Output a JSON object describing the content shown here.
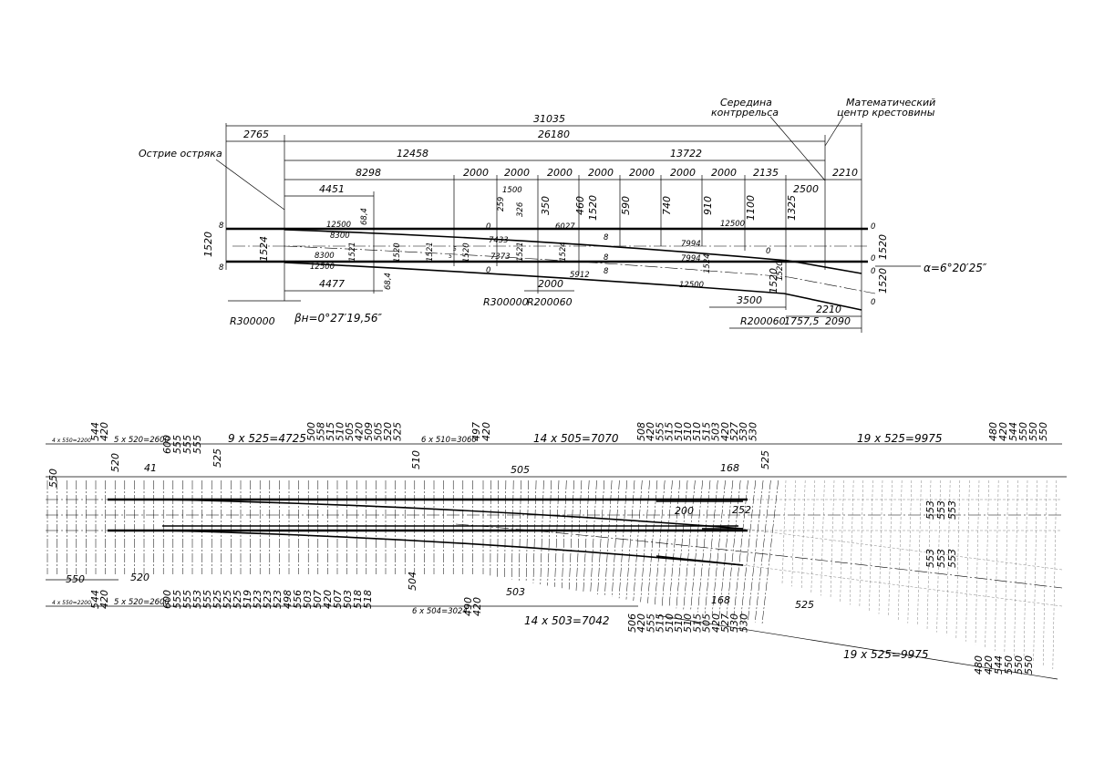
{
  "top": {
    "labels": {
      "point_tip": "Острие остряка",
      "guardrail_middle_1": "Середина",
      "guardrail_middle_2": "контррельса",
      "math_center_1": "Математический",
      "math_center_2": "центр крестовины",
      "alpha": "α=6°20′25″",
      "beta": "βн=0°27′19,56″",
      "r300000_left": "R300000",
      "r300000_mid": "R300000",
      "r200060_mid": "R200060",
      "r200060_right": "R200060"
    },
    "dims": {
      "d31035": "31035",
      "d2765": "2765",
      "d26180": "26180",
      "d12458": "12458",
      "d13722": "13722",
      "d8298": "8298",
      "d2000a": "2000",
      "d2000b": "2000",
      "d2000c": "2000",
      "d2000d": "2000",
      "d2000e": "2000",
      "d2000f": "2000",
      "d2000g": "2000",
      "d2135": "2135",
      "d2210a": "2210",
      "d4451": "4451",
      "d1500": "1500",
      "d2500": "2500",
      "d4477": "4477",
      "d2000h": "2000",
      "d3500": "3500",
      "d2210b": "2210",
      "d1757": "1757,5",
      "d2090": "2090",
      "v68_4a": "68,4",
      "v68_4b": "68,4",
      "v259": "259",
      "v326": "326",
      "v350": "350",
      "v460": "460",
      "v1520a": "1520",
      "v590": "590",
      "v740": "740",
      "v910": "910",
      "v1100": "1100",
      "v1325": "1325",
      "g1520_l": "1520",
      "g1524_l": "1524",
      "g1521_a": "1521",
      "g1520_b": "1520",
      "g1521_c": "1521",
      "g1520_d": "1520",
      "g1521_e": "1521",
      "g1524_f": "1524",
      "g1524_g": "1524",
      "g1520_h": "1520",
      "g1520_r1": "1520",
      "g1520_r2": "1520",
      "g1520_r3": "1520",
      "c12500a": "12500",
      "c8300a": "8300",
      "c8300b": "8300",
      "c12500b": "12500",
      "c7433": "7433",
      "c6027": "6027",
      "c7373": "7373",
      "c5912": "5912",
      "c7994a": "7994",
      "c7994b": "7994",
      "c12500c": "12500",
      "c12500d": "12500",
      "m8a": "8",
      "m8b": "8",
      "m0a": "0",
      "m0b": "0",
      "m0c": "0",
      "m0d": "0",
      "m0e": "0",
      "m5a": "5",
      "m5b": "5",
      "m8c": "8",
      "m8d": "8",
      "m8e": "8",
      "m0f": "0",
      "m0g": "0"
    }
  },
  "bottom": {
    "top_groups": {
      "g1": "4 x 550=2200",
      "g2": "5 x 520=2600",
      "g3": "9 x 525=4725",
      "g4": "6 x 510=3060",
      "g5": "14 x 505=7070",
      "g6": "19 x 525=9975"
    },
    "bottom_groups": {
      "g1": "4 x 550=2200",
      "g2": "5 x 520=2600",
      "g3": "6 x 504=3024",
      "g4": "14 x 503=7042",
      "g5": "19 x 525=9975"
    },
    "top_spacings_a": [
      "544",
      "420"
    ],
    "top_spacings_b": [
      "600",
      "555",
      "555",
      "555"
    ],
    "top_spacings_c": [
      "500",
      "558",
      "515",
      "510",
      "505",
      "420",
      "509",
      "505",
      "520",
      "525"
    ],
    "top_spacings_d": [
      "497",
      "420"
    ],
    "top_spacings_e": [
      "508",
      "420",
      "555",
      "515",
      "510",
      "510",
      "510",
      "515",
      "503",
      "420",
      "527",
      "530",
      "530"
    ],
    "top_spacings_f": [
      "480",
      "420",
      "544",
      "550",
      "550",
      "550"
    ],
    "bottom_spacings_a": [
      "544",
      "420"
    ],
    "bottom_spacings_b": [
      "600",
      "555",
      "555",
      "553",
      "555",
      "525",
      "525",
      "525",
      "519",
      "523",
      "523",
      "523",
      "498",
      "556",
      "503",
      "507",
      "420",
      "507",
      "503",
      "518",
      "518"
    ],
    "bottom_spacings_c": [
      "490",
      "420"
    ],
    "bottom_spacings_d": [
      "506",
      "420",
      "555",
      "515",
      "510",
      "510",
      "510",
      "515",
      "505",
      "420",
      "527",
      "530",
      "530"
    ],
    "bottom_spacings_e": [
      "480",
      "420",
      "544",
      "550",
      "550",
      "550"
    ],
    "misc": {
      "m550_left": "550",
      "m520_left": "520",
      "m41": "41",
      "m525_a": "525",
      "m510": "510",
      "m505": "505",
      "m168_top": "168",
      "m525_b": "525",
      "m200": "200",
      "m252": "252",
      "m553_a": "553",
      "m553_b": "553",
      "m553_c": "553",
      "m553_d": "553",
      "m553_e": "553",
      "m553_f": "553",
      "m550_b": "550",
      "m520_b": "520",
      "m504": "504",
      "m503": "503",
      "m168_bot": "168",
      "m525_c": "525"
    }
  }
}
